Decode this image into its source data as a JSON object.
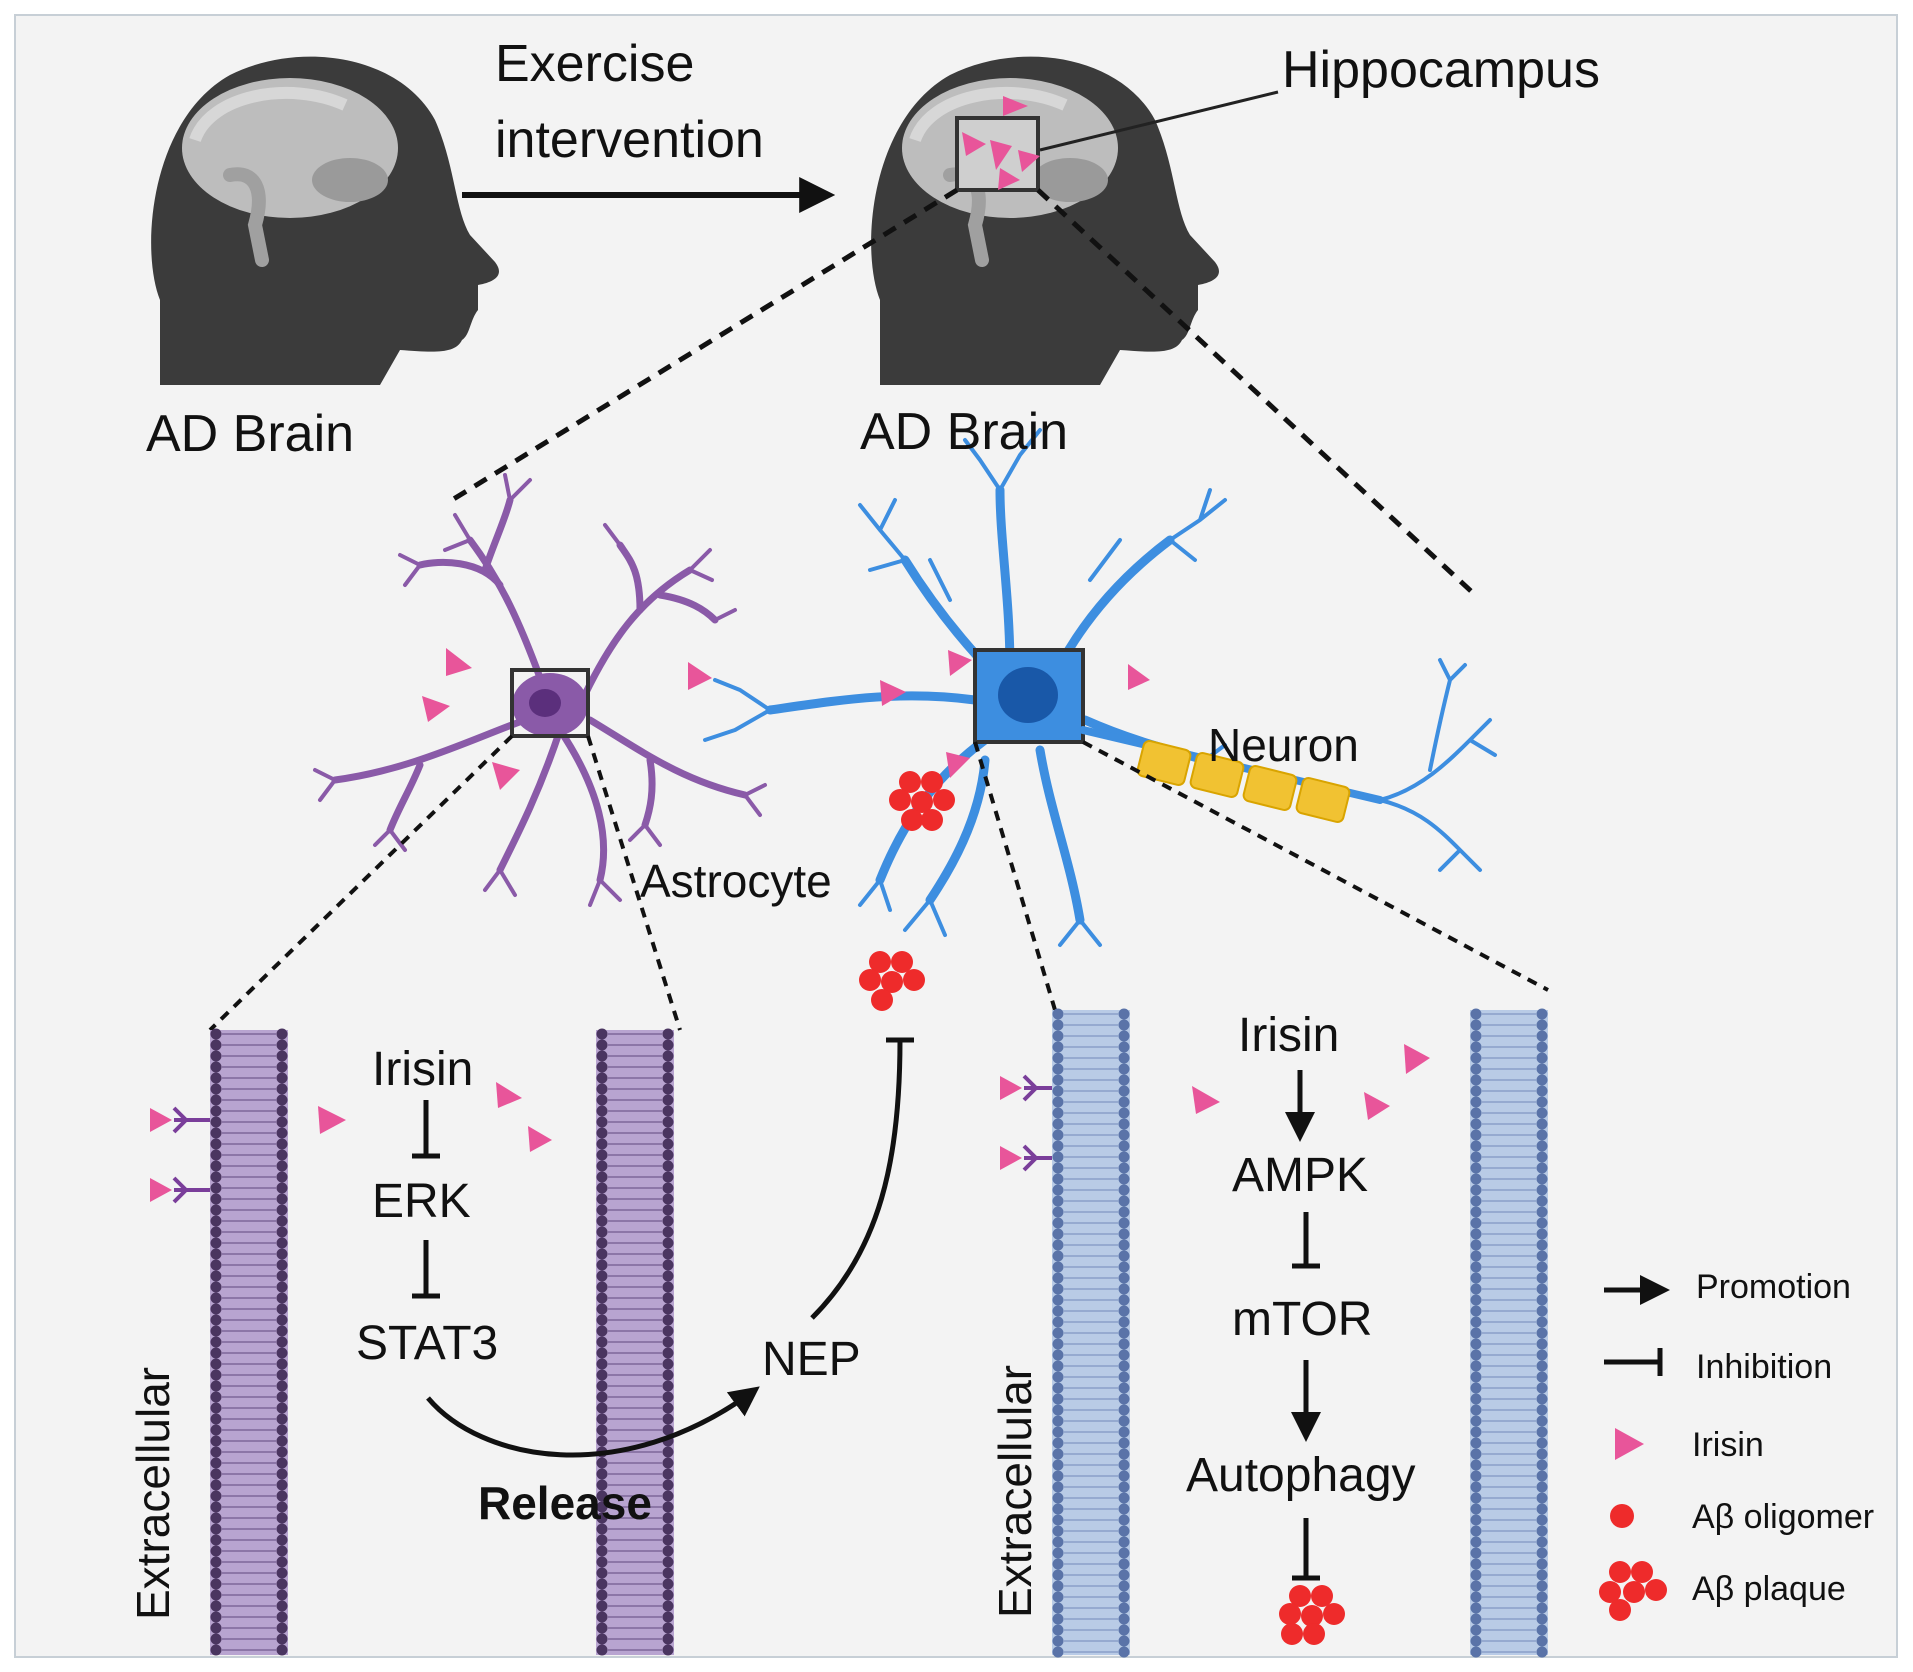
{
  "top": {
    "left_caption": "AD Brain",
    "right_caption": "AD Brain",
    "arrow_label_line1": "Exercise",
    "arrow_label_line2": "intervention",
    "hippocampus_label": "Hippocampus"
  },
  "cells": {
    "astrocyte_label": "Astrocyte",
    "neuron_label": "Neuron"
  },
  "astrocyte_pathway": {
    "side_label": "Extracellular",
    "steps": [
      "Irisin",
      "ERK",
      "STAT3"
    ],
    "released": "NEP",
    "release_label": "Release"
  },
  "neuron_pathway": {
    "side_label": "Extracellular",
    "steps": [
      "Irisin",
      "AMPK",
      "mTOR",
      "Autophagy"
    ]
  },
  "legend": {
    "items": [
      {
        "label": "Promotion",
        "icon": "arrow-icon"
      },
      {
        "label": "Inhibition",
        "icon": "inhibition-icon"
      },
      {
        "label": "Irisin",
        "icon": "triangle-icon"
      },
      {
        "label": "Aβ oligomer",
        "icon": "dot-icon"
      },
      {
        "label": "Aβ plaque",
        "icon": "cluster-icon"
      }
    ]
  },
  "colors": {
    "irisin": "#e8559a",
    "abeta": "#ee2b2b",
    "astrocyte": "#8a5aa8",
    "neuron": "#3d8ee0",
    "myelin": "#f1c232",
    "astro_membrane": "#4a3560",
    "neuron_membrane": "#5a73a8"
  }
}
